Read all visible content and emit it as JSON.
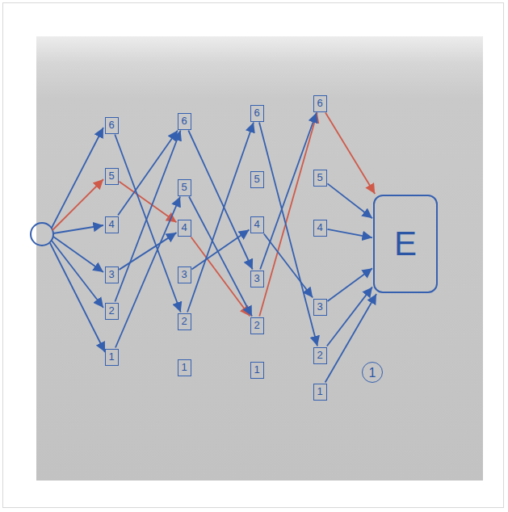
{
  "diagram": {
    "nodes": [
      {
        "text": [
          "6"
        ]
      },
      {
        "text": [
          "5"
        ]
      },
      {
        "text": [
          "4"
        ]
      },
      {
        "text": [
          "3"
        ]
      },
      {
        "text": [
          "2"
        ]
      },
      {
        "text": [
          "1"
        ]
      },
      {
        "text": [
          "6"
        ]
      },
      {
        "text": [
          "5"
        ]
      },
      {
        "text": [
          "4"
        ]
      },
      {
        "text": [
          "3"
        ]
      },
      {
        "text": [
          "2"
        ]
      },
      {
        "text": [
          "1"
        ]
      },
      {
        "text": [
          "6"
        ]
      },
      {
        "text": [
          "5"
        ]
      },
      {
        "text": [
          "4"
        ]
      },
      {
        "text": [
          "3"
        ]
      },
      {
        "text": [
          "2"
        ]
      },
      {
        "text": [
          "1"
        ]
      },
      {
        "text": [
          "6"
        ]
      },
      {
        "text": [
          "5"
        ]
      },
      {
        "text": [
          "4"
        ]
      },
      {
        "text": [
          "3"
        ]
      },
      {
        "text": [
          "2"
        ]
      },
      {
        "text": [
          "1"
        ]
      },
      {
        "text": [
          "E"
        ]
      }
    ],
    "edges": [
      {
        "from": 1,
        "to": 8,
        "arrow": "to"
      },
      {
        "from": 0,
        "to": 10,
        "arrow": "to"
      },
      {
        "from": 2,
        "to": 6,
        "arrow": "to"
      },
      {
        "from": 3,
        "to": 8,
        "arrow": "to"
      },
      {
        "from": 4,
        "to": 6,
        "arrow": "to"
      },
      {
        "from": 5,
        "to": 7,
        "arrow": "to"
      },
      {
        "from": 8,
        "to": 16,
        "arrow": "to"
      },
      {
        "from": 6,
        "to": 15,
        "arrow": "to"
      },
      {
        "from": 10,
        "to": 12,
        "arrow": "to"
      },
      {
        "from": 7,
        "to": 16,
        "arrow": "to"
      },
      {
        "from": 9,
        "to": 14,
        "arrow": "to"
      },
      {
        "from": 16,
        "to": 18,
        "arrow": "to"
      },
      {
        "from": 12,
        "to": 22,
        "arrow": "to"
      },
      {
        "from": 15,
        "to": 18,
        "arrow": "to"
      },
      {
        "from": 14,
        "to": 21,
        "arrow": "to"
      },
      {
        "from": 18,
        "to": 24,
        "arrow": "to"
      },
      {
        "from": 19,
        "to": 24,
        "arrow": "to"
      },
      {
        "from": 20,
        "to": 24,
        "arrow": "to"
      },
      {
        "from": 21,
        "to": 24,
        "arrow": "to"
      },
      {
        "from": 22,
        "to": 24,
        "arrow": "to"
      },
      {
        "from": 23,
        "to": 24,
        "arrow": "to"
      }
    ],
    "labels": [
      "1"
    ]
  }
}
